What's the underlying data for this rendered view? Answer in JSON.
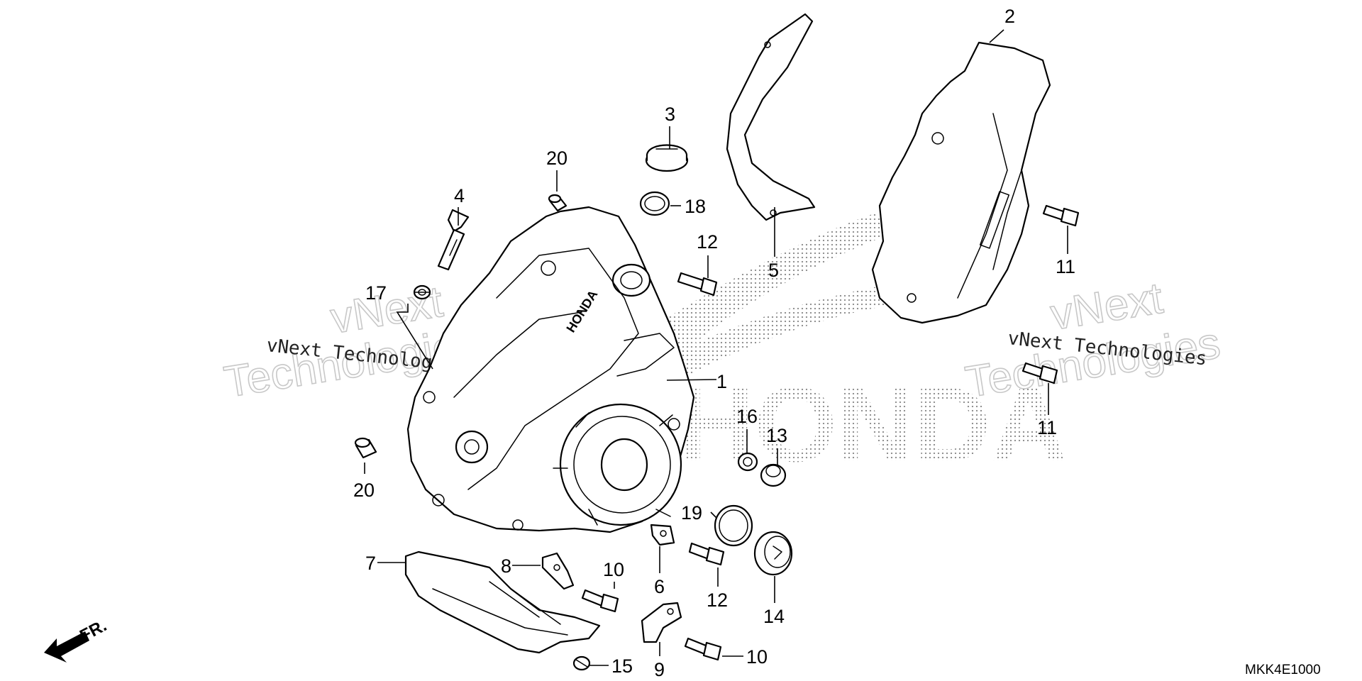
{
  "diagram": {
    "diagram_code": "MKK4E1000",
    "front_marker": "FR.",
    "background_brand": "HONDA",
    "cover_emboss": "HONDA",
    "watermark": {
      "line1": "vNext",
      "line2": "Technologies",
      "caption": "vNext Technologies"
    },
    "callouts": [
      {
        "id": "c1",
        "label": "1"
      },
      {
        "id": "c2",
        "label": "2"
      },
      {
        "id": "c3",
        "label": "3"
      },
      {
        "id": "c4",
        "label": "4"
      },
      {
        "id": "c5",
        "label": "5"
      },
      {
        "id": "c6",
        "label": "6"
      },
      {
        "id": "c7",
        "label": "7"
      },
      {
        "id": "c8",
        "label": "8"
      },
      {
        "id": "c9",
        "label": "9"
      },
      {
        "id": "c10a",
        "label": "10"
      },
      {
        "id": "c10b",
        "label": "10"
      },
      {
        "id": "c11a",
        "label": "11"
      },
      {
        "id": "c11b",
        "label": "11"
      },
      {
        "id": "c12a",
        "label": "12"
      },
      {
        "id": "c12b",
        "label": "12"
      },
      {
        "id": "c13",
        "label": "13"
      },
      {
        "id": "c14",
        "label": "14"
      },
      {
        "id": "c15",
        "label": "15"
      },
      {
        "id": "c16",
        "label": "16"
      },
      {
        "id": "c17",
        "label": "17"
      },
      {
        "id": "c18",
        "label": "18"
      },
      {
        "id": "c19",
        "label": "19"
      },
      {
        "id": "c20a",
        "label": "20"
      },
      {
        "id": "c20b",
        "label": "20"
      }
    ]
  }
}
